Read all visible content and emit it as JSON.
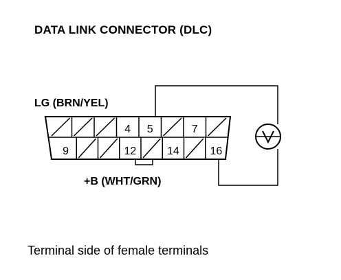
{
  "title": "DATA LINK CONNECTOR (DLC)",
  "labels": {
    "lg": "LG (BRN/YEL)",
    "b_plus": "+B (WHT/GRN)",
    "caption": "Terminal side of female terminals",
    "voltmeter": "V"
  },
  "connector": {
    "top_row": [
      "",
      "",
      "",
      "4",
      "5",
      "",
      "7",
      ""
    ],
    "bottom_row": [
      "9",
      "",
      "",
      "12",
      "",
      "14",
      "",
      "16"
    ]
  },
  "colors": {
    "line": "#000000",
    "background": "#ffffff"
  }
}
